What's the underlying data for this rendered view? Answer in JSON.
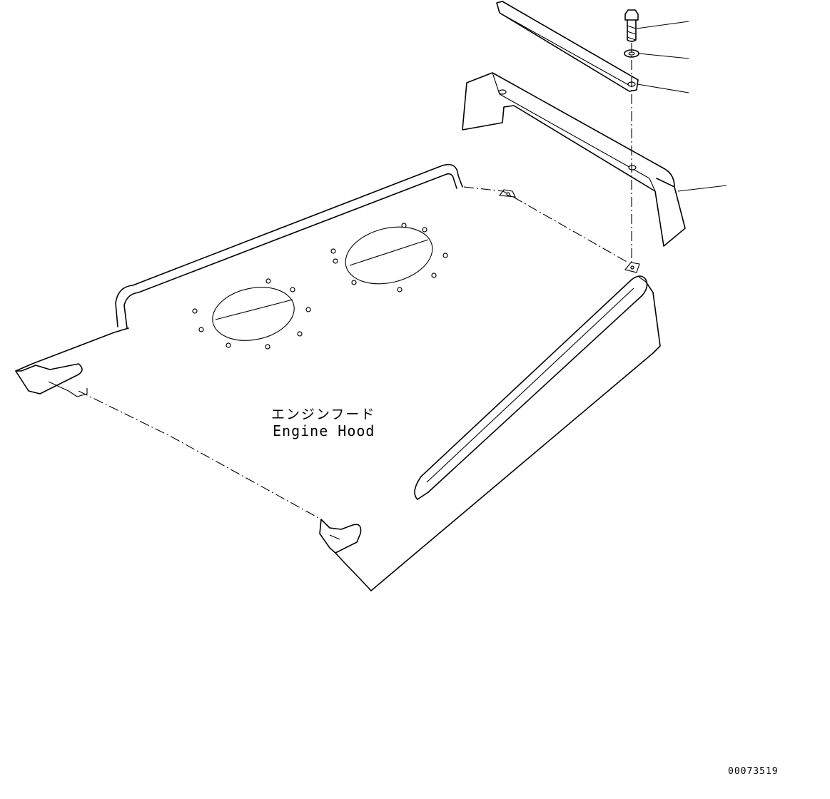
{
  "diagram": {
    "part_label_japanese": "エンジンフード",
    "part_label_english": "Engine Hood",
    "drawing_number": "00073519",
    "line_color": "#000000",
    "background_color": "#ffffff"
  }
}
